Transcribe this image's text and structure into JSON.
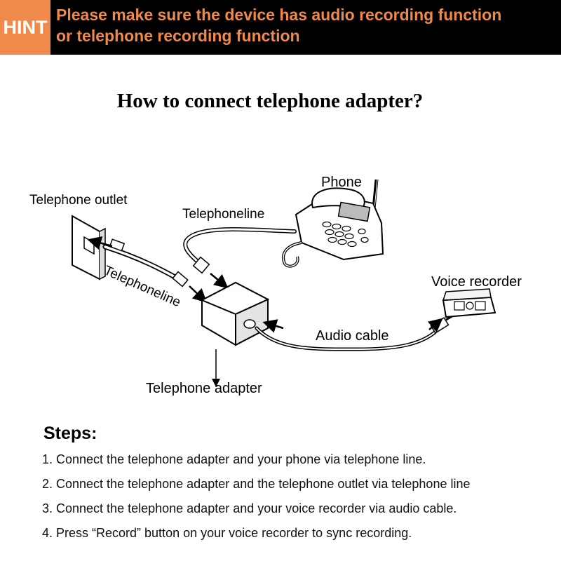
{
  "hint": {
    "badge": "HINT",
    "line1": "Please make sure the device has audio recording function",
    "line2": "or telephone recording function",
    "badge_color": "#f08a4b",
    "text_color": "#f08a4b"
  },
  "title": "How to connect telephone adapter?",
  "diagram": {
    "labels": {
      "telephone_outlet": "Telephone outlet",
      "telephoneline_top": "Telephoneline",
      "telephoneline_diag": "Telephoneline",
      "phone": "Phone",
      "voice_recorder": "Voice recorder",
      "audio_cable": "Audio cable",
      "telephone_adapter": "Telephone adapter"
    }
  },
  "steps": {
    "title": "Steps:",
    "items": [
      "1. Connect the telephone adapter and your phone via telephone line.",
      "2. Connect the telephone adapter and the telephone outlet via telephone line",
      "3. Connect the telephone adapter and your voice recorder via audio cable.",
      "4. Press “Record” button on your voice recorder to sync recording."
    ]
  }
}
